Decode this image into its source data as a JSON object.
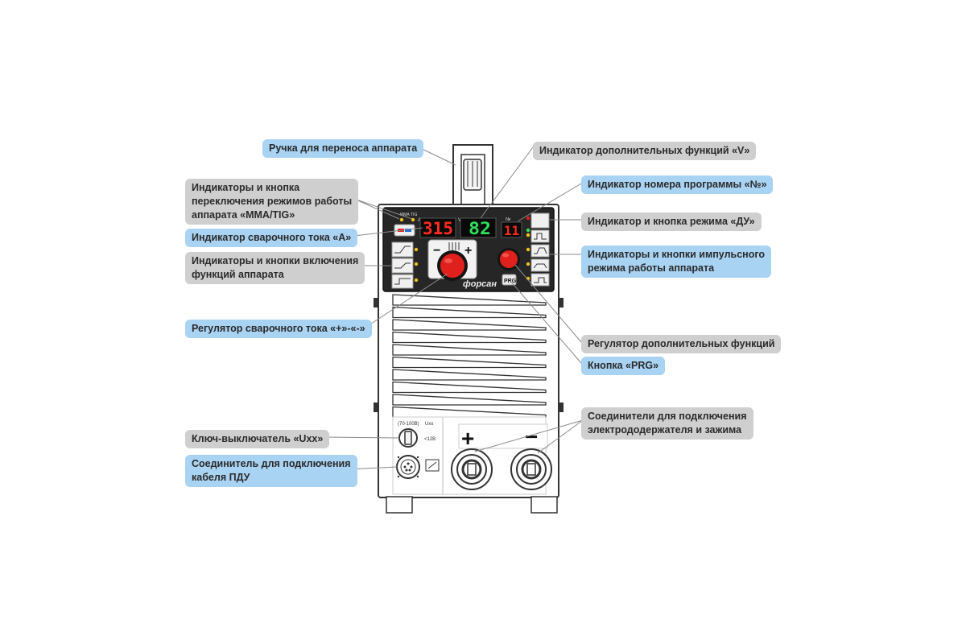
{
  "callouts": {
    "handle": "Ручка для переноса аппарата",
    "extra_indicator": "Индикатор дополнительных функций «V»",
    "mode_indicators": [
      "Индикаторы и кнопка",
      "переключения режимов работы",
      "аппарата «MMA/TIG»"
    ],
    "program_indicator": "Индикатор номера программы «№»",
    "remote_indicator": "Индикатор и кнопка режима «ДУ»",
    "current_indicator": "Индикатор сварочного тока «A»",
    "pulse_indicators": [
      "Индикаторы и кнопки импульсного",
      "режима работы аппарата"
    ],
    "function_indicators": [
      "Индикаторы и кнопки включения",
      "функций аппарата"
    ],
    "current_regulator": "Регулятор сварочного тока «+»-«-»",
    "extra_regulator": "Регулятор дополнительных функций",
    "prg_button": "Кнопка «PRG»",
    "switch": "Ключ-выключатель «Uxx»",
    "connectors": [
      "Соединители для подключения",
      "электрододержателя и зажима"
    ],
    "remote_connector": [
      "Соединитель для подключения",
      "кабеля ПДУ"
    ]
  },
  "panel": {
    "mma_label": "MMA",
    "tig_label": "TIG",
    "amp_label": "A",
    "volt_label": "V",
    "prog_label": "№",
    "current_display": "315",
    "extra_display": "82",
    "program_display": "11",
    "brand": "форсан",
    "prg_label": "PRG",
    "minus_sign": "−",
    "plus_sign": "+",
    "uxx_range": "(70-100В)",
    "uxx_label": "Uxx",
    "uxx_low": "<12В",
    "terminal_plus": "+",
    "terminal_minus": "−"
  },
  "colors": {
    "callout_blue": "#a9d3f2",
    "callout_gray": "#cfcfcf",
    "knob_red": "#e0201c",
    "display_red": "#ff2b1f",
    "display_green": "#2ee05a",
    "panel_dark": "#262626"
  }
}
